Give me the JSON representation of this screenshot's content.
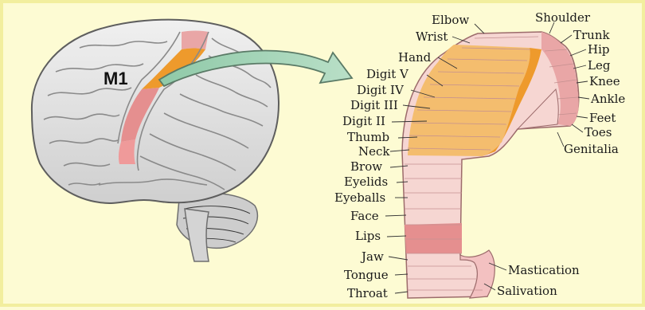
{
  "brain": {
    "area_label": "M1"
  },
  "homunculus": {
    "labels": {
      "elbow": "Elbow",
      "wrist": "Wrist",
      "hand": "Hand",
      "digit_v": "Digit V",
      "digit_iv": "Digit IV",
      "digit_iii": "Digit III",
      "digit_ii": "Digit II",
      "thumb": "Thumb",
      "neck": "Neck",
      "brow": "Brow",
      "eyelids": "Eyelids",
      "eyeballs": "Eyeballs",
      "face": "Face",
      "lips": "Lips",
      "jaw": "Jaw",
      "tongue": "Tongue",
      "throat": "Throat",
      "shoulder": "Shoulder",
      "trunk": "Trunk",
      "hip": "Hip",
      "leg": "Leg",
      "knee": "Knee",
      "ankle": "Ankle",
      "feet": "Feet",
      "toes": "Toes",
      "genitalia": "Genitalia",
      "mastication": "Mastication",
      "salivation": "Salivation"
    }
  },
  "colors": {
    "background": "#fdfbd3",
    "border": "#f2ee9e",
    "brain_fill": "#e6e6e6",
    "sulcus": "#9c9c9c",
    "hand_region": "#f4bd6e",
    "orange_strip": "#ee9a2c",
    "face_region": "#f6d6d2",
    "lips_region": "#e58f8f",
    "upper_strip": "#e9a6a6",
    "arrow": "#a9d4b8"
  }
}
